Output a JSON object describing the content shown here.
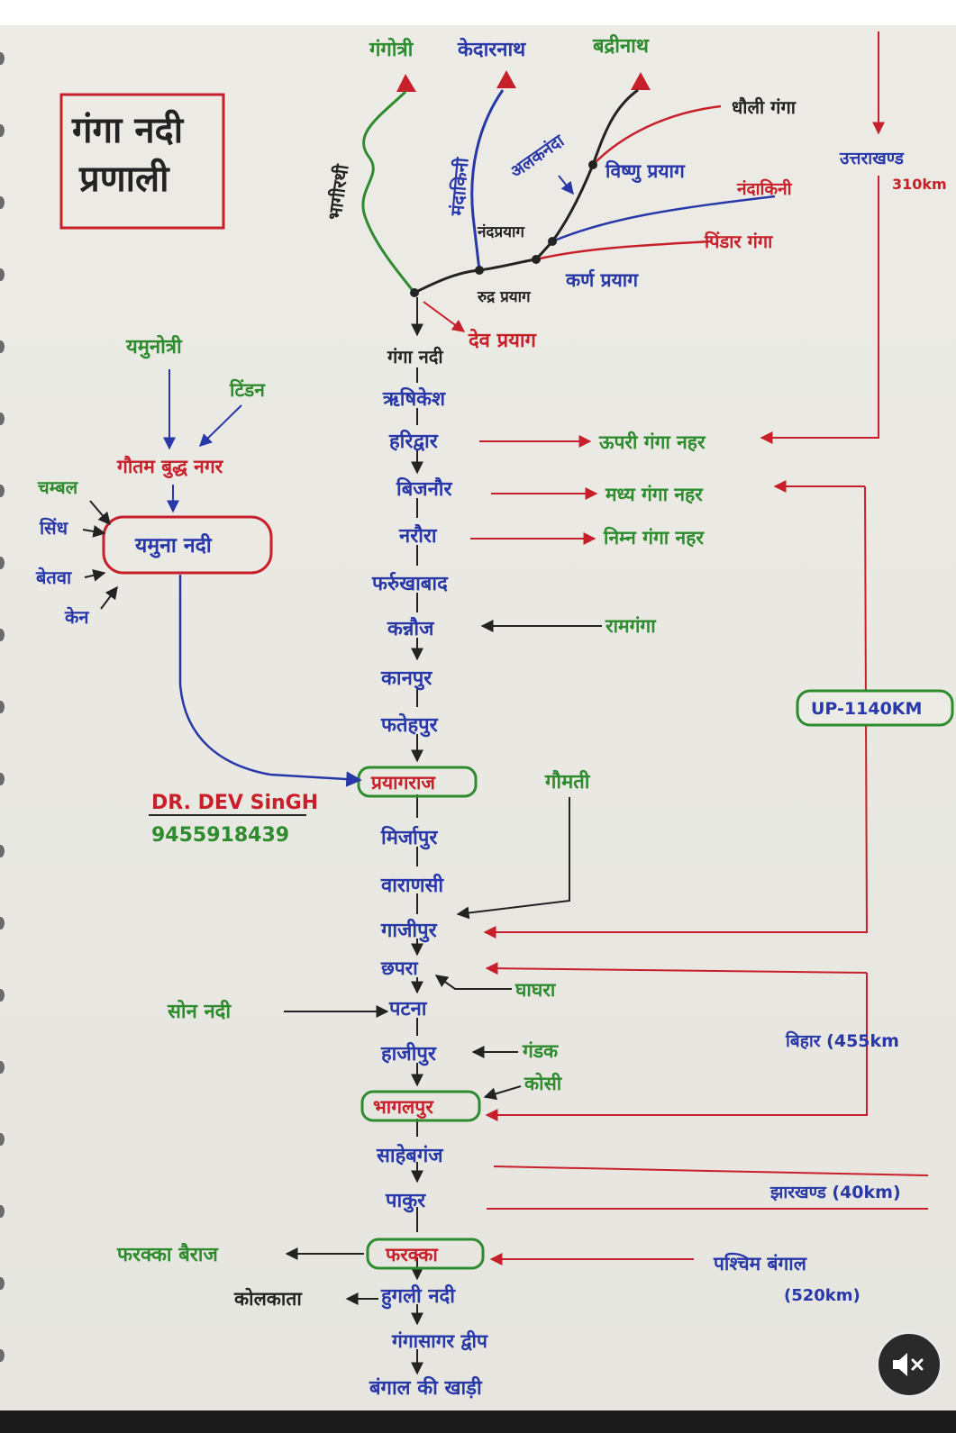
{
  "title": {
    "line1": "गंगा नदी",
    "line2": "प्रणाली"
  },
  "sources": {
    "gangotri": "गंगोत्री",
    "kedarnath": "केदारनाथ",
    "badrinath": "बद्रीनाथ"
  },
  "tributaries_top": {
    "bhagirathi": "भागीरथी",
    "mandakini": "मंदाकिनी",
    "alaknanda": "अलकनंदा",
    "dhauli": "धौली गंगा",
    "nandakini": "नंदाकिनी",
    "pindar": "पिंडार गंगा"
  },
  "confluences": {
    "vishnu": "विष्णु प्रयाग",
    "nand": "नंदप्रयाग",
    "karn": "कर्ण प्रयाग",
    "rudra": "रुद्र प्रयाग",
    "dev": "देव प्रयाग"
  },
  "main_stem": {
    "ganga_nadi": "गंगा नदी",
    "rishikesh": "ऋषिकेश",
    "haridwar": "हरिद्वार",
    "bijnor": "बिजनौर",
    "narora": "नरौरा",
    "farrukhabad": "फर्रुखाबाद",
    "kannauj": "कन्नौज",
    "kanpur": "कानपुर",
    "fatehpur": "फतेहपुर",
    "prayagraj": "प्रयागराज",
    "mirzapur": "मिर्जापुर",
    "varanasi": "वाराणसी",
    "ghazipur": "गाजीपुर",
    "chhapra": "छपरा",
    "patna": "पटना",
    "hajipur": "हाजीपुर",
    "bhagalpur": "भागलपुर",
    "sahebganj": "साहेबगंज",
    "pakur": "पाकुर",
    "farakka": "फरक्का",
    "hugli": "हुगली नदी",
    "gangasagar": "गंगासागर द्वीप",
    "bay": "बंगाल की खाड़ी"
  },
  "canals": {
    "upper": "ऊपरी गंगा नहर",
    "middle": "मध्य गंगा नहर",
    "lower": "निम्न गंगा नहर"
  },
  "yamuna": {
    "yamunotri": "यमुनोत्री",
    "tons": "टिंडन",
    "gbnagar": "गौतम बुद्ध नगर",
    "river": "यमुना नदी",
    "chambal": "चम्बल",
    "sindh": "सिंध",
    "betwa": "बेतवा",
    "ken": "केन"
  },
  "other_tributaries": {
    "ramganga": "रामगंगा",
    "gomti": "गौमती",
    "ghaghra": "घाघरा",
    "son": "सोन नदी",
    "gandak": "गंडक",
    "kosi": "कोसी"
  },
  "farakka_barrage": "फरक्का बैराज",
  "kolkata": "कोलकाता",
  "states": {
    "uttarakhand": "उत्तराखण्ड",
    "uttarakhand_len": "310km",
    "up": "UP-1140KM",
    "bihar": "बिहार (455km",
    "jharkhand": "झारखण्ड (40km)",
    "wb": "पश्चिम बंगाल",
    "wb_len": "(520km)"
  },
  "author": {
    "name": "DR. DEV SinGH",
    "phone": "9455918439"
  },
  "colors": {
    "green": "#2e8b2e",
    "blue": "#2838a8",
    "red": "#c8202a",
    "black": "#232323",
    "paper": "#ecebe6"
  }
}
